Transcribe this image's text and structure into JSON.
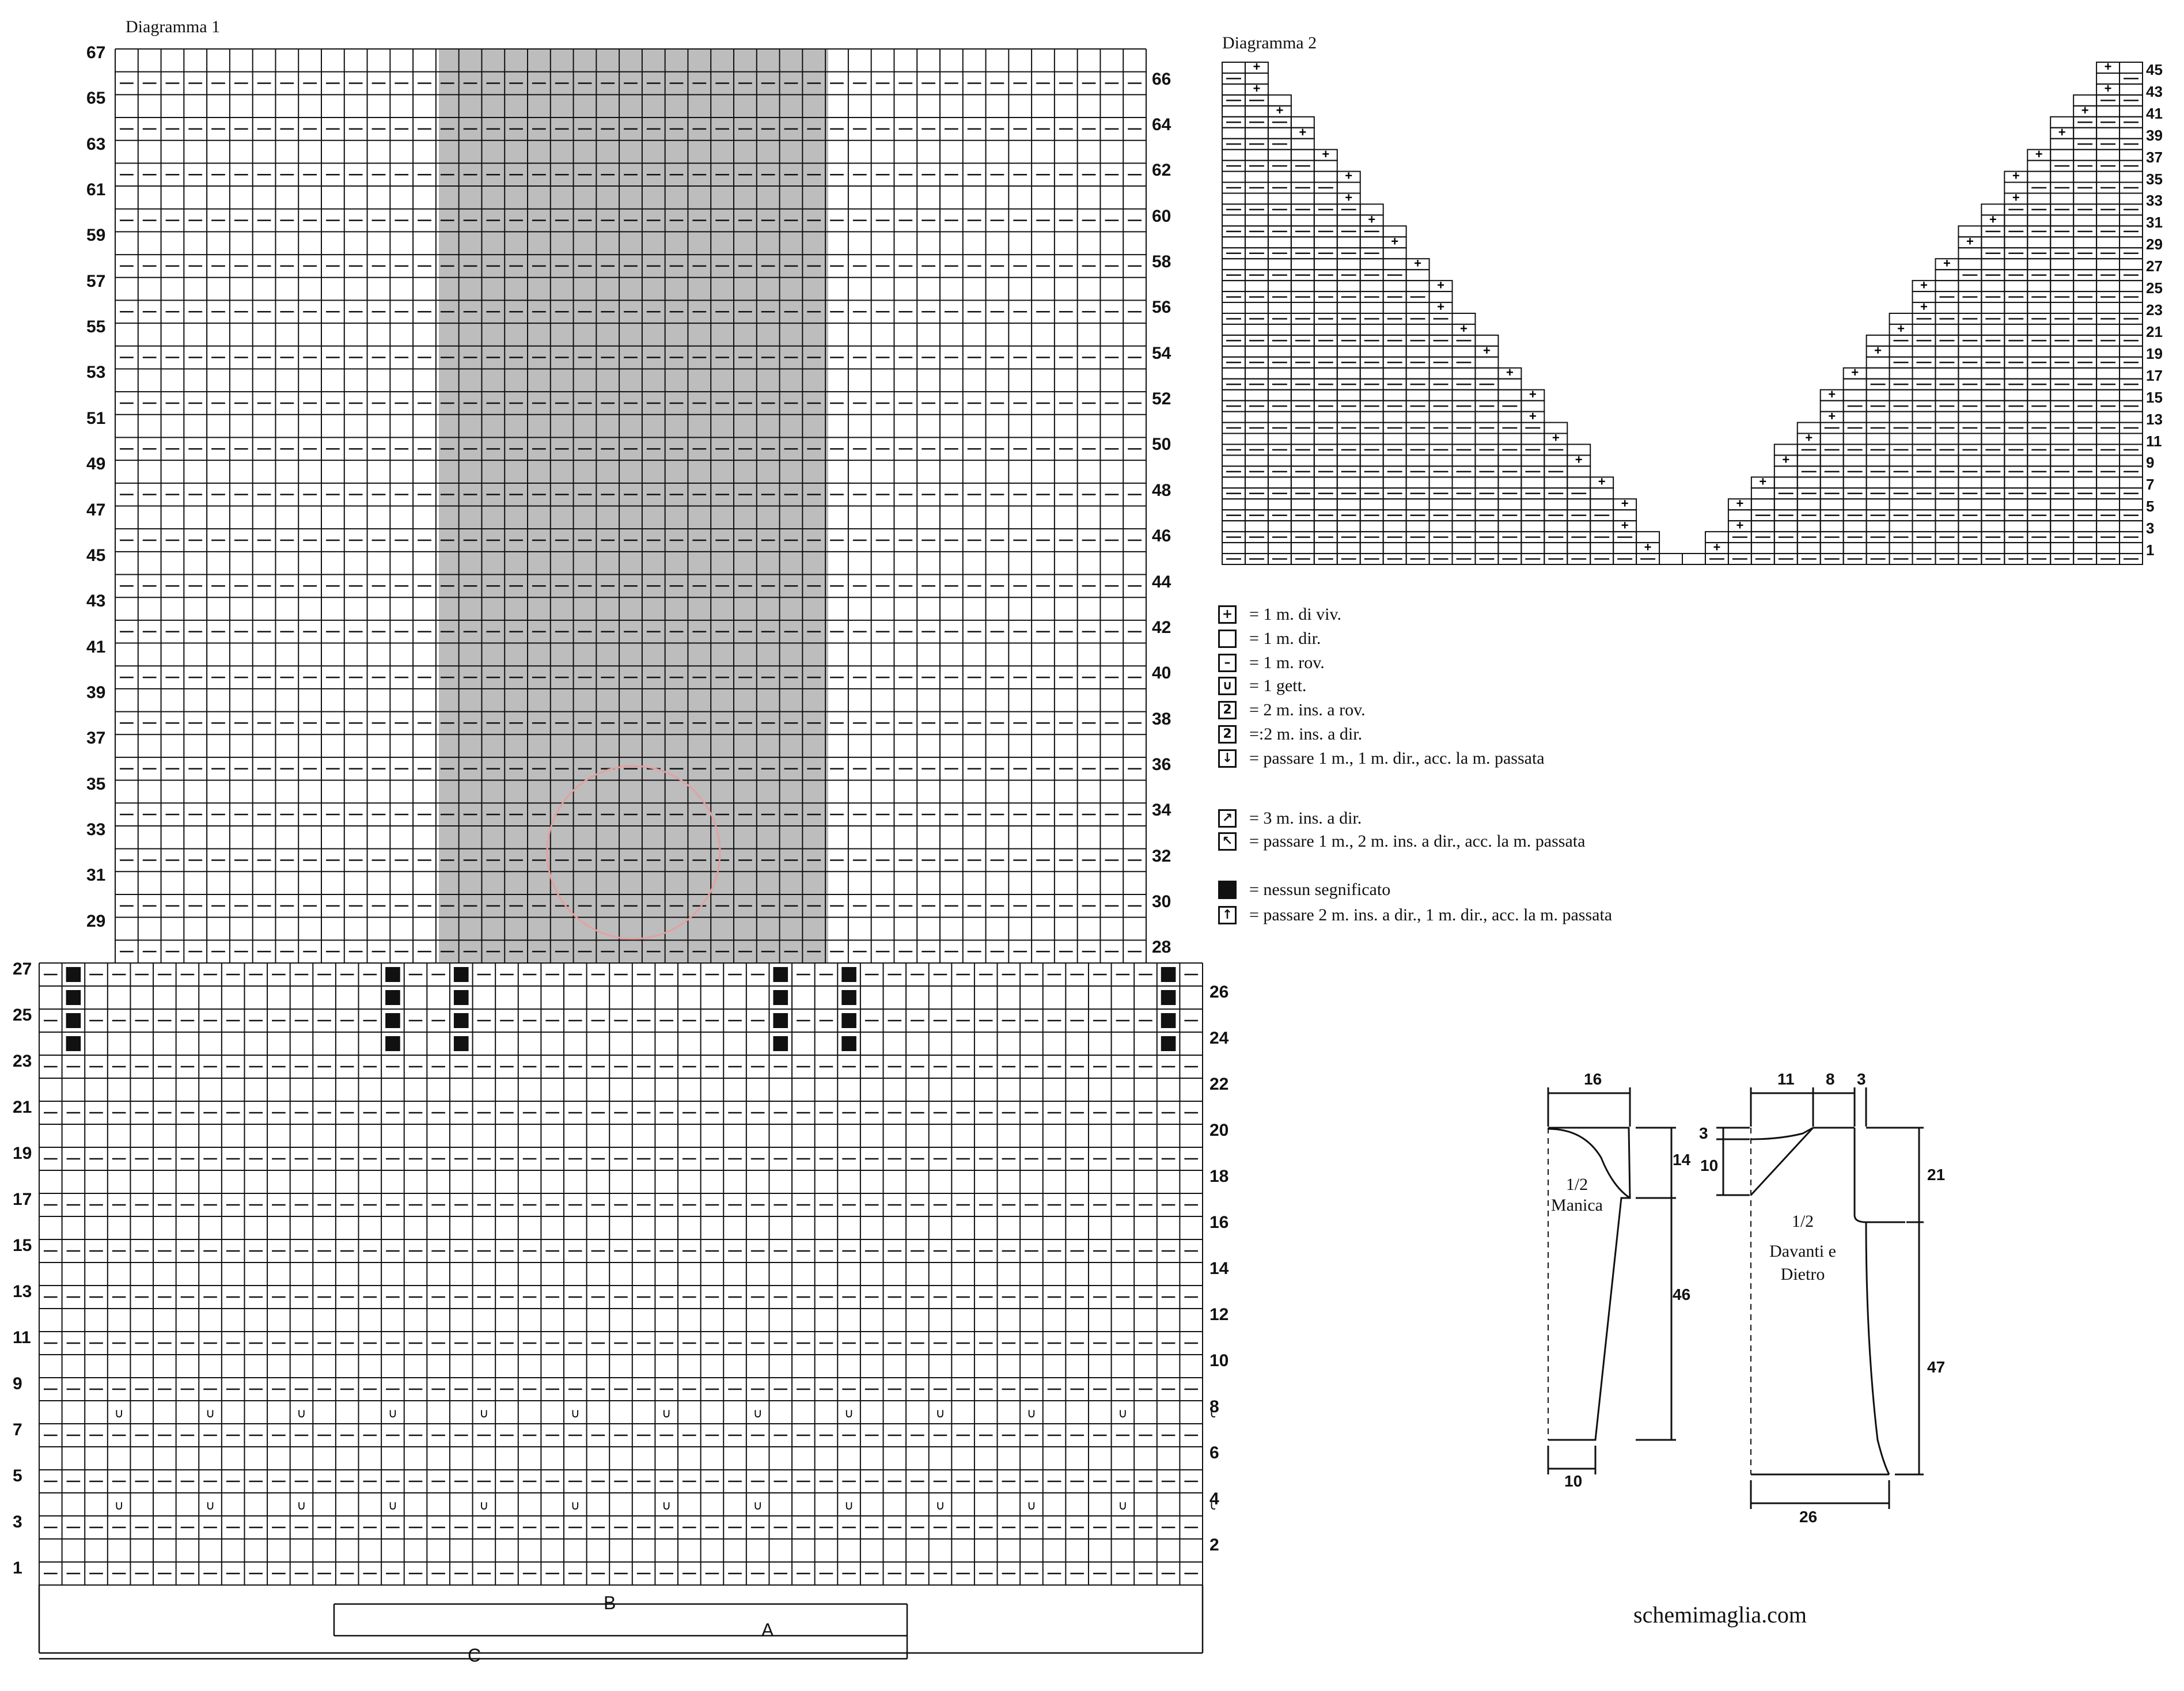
{
  "diagram1": {
    "title": "Diagramma 1",
    "left_rows": [
      "67",
      "65",
      "63",
      "61",
      "59",
      "57",
      "55",
      "53",
      "51",
      "49",
      "47",
      "45",
      "43",
      "41",
      "39",
      "37",
      "35",
      "33",
      "31",
      "29"
    ],
    "right_rows": [
      "66",
      "64",
      "62",
      "60",
      "58",
      "56",
      "54",
      "52",
      "50",
      "48",
      "46",
      "44",
      "42",
      "40",
      "38",
      "36",
      "34",
      "32",
      "30",
      "28"
    ],
    "lower_left_rows": [
      "27",
      "25",
      "23",
      "21",
      "19",
      "17",
      "15",
      "13",
      "11",
      "9",
      "7",
      "5",
      "3",
      "1"
    ],
    "lower_right_rows": [
      "26",
      "24",
      "22",
      "20",
      "18",
      "16",
      "14",
      "12",
      "10",
      "8",
      "6",
      "4",
      "2"
    ],
    "brackets": {
      "b": "B",
      "a": "A",
      "c": "C"
    }
  },
  "diagram2": {
    "title": "Diagramma 2",
    "rows": [
      "45",
      "43",
      "41",
      "39",
      "37",
      "35",
      "33",
      "31",
      "29",
      "27",
      "25",
      "23",
      "21",
      "19",
      "17",
      "15",
      "13",
      "11",
      "9",
      "7",
      "5",
      "3",
      "1"
    ]
  },
  "legend": [
    {
      "icon": "plus-icon",
      "glyph": "+",
      "text": "= 1 m. di viv."
    },
    {
      "icon": "empty-square-icon",
      "glyph": "",
      "text": "= 1 m. dir."
    },
    {
      "icon": "dash-icon",
      "glyph": "–",
      "text": "= 1 m. rov."
    },
    {
      "icon": "yarn-over-icon",
      "glyph": "∪",
      "text": "= 1 gett."
    },
    {
      "icon": "purl-two-together-icon",
      "glyph": "2",
      "text": "= 2 m. ins. a rov."
    },
    {
      "icon": "knit-two-together-icon",
      "glyph": "2",
      "text": "=:2 m. ins. a dir."
    },
    {
      "icon": "down-arrow-icon",
      "glyph": "↓",
      "text": "= passare 1 m., 1 m. dir., acc. la m. passata"
    },
    {
      "icon": "diagonal-right-icon",
      "glyph": "↗",
      "text": "= 3 m. ins. a dir."
    },
    {
      "icon": "diagonal-left-icon",
      "glyph": "↖",
      "text": "= passare 1 m., 2 m. ins. a dir., acc. la m. passata"
    },
    {
      "icon": "filled-square-icon",
      "glyph": "■",
      "text": "= nessun segnificato"
    },
    {
      "icon": "up-arrow-icon",
      "glyph": "↑",
      "text": "= passare 2 m. ins. a dir., 1 m. dir., acc. la m. passata"
    }
  ],
  "schematics": {
    "sleeve": {
      "label_line1": "1/2",
      "label_line2": "Manica",
      "top": "16",
      "cap": "14",
      "length": "46",
      "cuff": "10"
    },
    "body": {
      "label_line1": "1/2",
      "label_line2": "Davanti e",
      "label_line3": "Dietro",
      "neck": "11",
      "shoulder": "8",
      "armhole_offset": "3",
      "neck_drop_small": "3",
      "neck_drop": "10",
      "armhole": "21",
      "side": "47",
      "bottom": "26"
    }
  },
  "site": "schemimaglia.com",
  "colors": {
    "shade": "#bdbdbd",
    "line": "#111111",
    "filled": "#111111",
    "watermark": "#e4a0a0"
  }
}
